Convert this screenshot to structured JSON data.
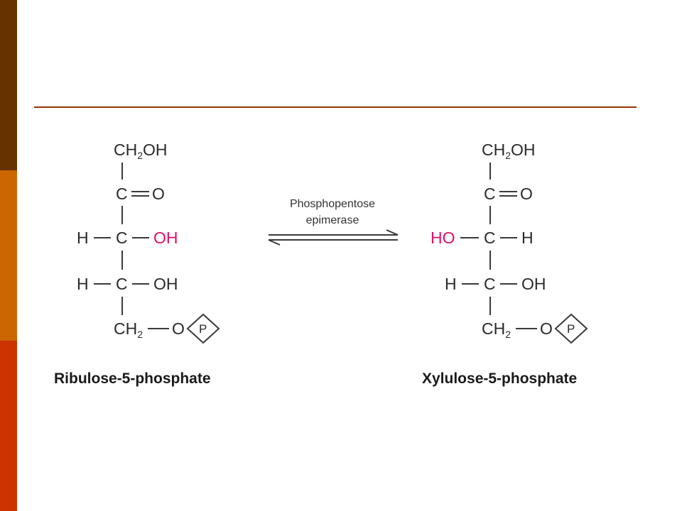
{
  "colors": {
    "bar_top": "#663300",
    "bar_mid": "#cc6600",
    "bar_bottom": "#cc3300",
    "rule": "#993300",
    "highlight": "#e0106a"
  },
  "reactant": {
    "name": "Ribulose-5-phosphate",
    "c1": "CH",
    "c1_sub": "2",
    "c1_rest": "OH",
    "c2_c": "C",
    "c2_o": "O",
    "c3_left": "H",
    "c3_c": "C",
    "c3_right": "OH",
    "c4_left": "H",
    "c4_c": "C",
    "c4_right": "OH",
    "c5": "CH",
    "c5_sub": "2",
    "c5_o": "O",
    "phosphate": "P"
  },
  "enzyme": {
    "line1": "Phosphopentose",
    "line2": "epimerase"
  },
  "product": {
    "name": "Xylulose-5-phosphate",
    "c1": "CH",
    "c1_sub": "2",
    "c1_rest": "OH",
    "c2_c": "C",
    "c2_o": "O",
    "c3_left": "HO",
    "c3_c": "C",
    "c3_right": "H",
    "c4_left": "H",
    "c4_c": "C",
    "c4_right": "OH",
    "c5": "CH",
    "c5_sub": "2",
    "c5_o": "O",
    "phosphate": "P"
  }
}
